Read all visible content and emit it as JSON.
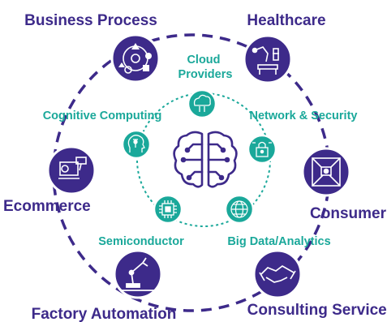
{
  "diagram": {
    "outer_sectors": [
      {
        "id": "business-process",
        "label": "Business Process",
        "icon": "workflow-cycle-icon"
      },
      {
        "id": "healthcare",
        "label": "Healthcare",
        "icon": "robotic-surgery-icon"
      },
      {
        "id": "consumer",
        "label": "Consumer",
        "icon": "cctv-room-icon"
      },
      {
        "id": "consulting-services",
        "label": "Consulting Services",
        "icon": "handshake-icon"
      },
      {
        "id": "factory-automation",
        "label": "Factory Automation",
        "icon": "robot-arm-icon"
      },
      {
        "id": "ecommerce",
        "label": "Ecommerce",
        "icon": "online-shopping-icon"
      }
    ],
    "inner_domains": [
      {
        "id": "cloud-providers",
        "label_lines": [
          "Cloud",
          "Providers"
        ],
        "icon": "cloud-circuit-icon"
      },
      {
        "id": "network-security",
        "label_lines": [
          "Network & Security"
        ],
        "icon": "padlock-circuit-icon"
      },
      {
        "id": "big-data",
        "label_lines": [
          "Big Data/Analytics"
        ],
        "icon": "data-globe-icon"
      },
      {
        "id": "semiconductor",
        "label_lines": [
          "Semiconductor"
        ],
        "icon": "chip-icon"
      },
      {
        "id": "cognitive-computing",
        "label_lines": [
          "Cognitive Computing"
        ],
        "icon": "ai-head-icon"
      }
    ],
    "center": {
      "icon": "brain-circuit-icon"
    },
    "colors": {
      "outer": "#3d2a8a",
      "inner": "#1aa89a",
      "center": "#3d2a8a",
      "background": "#ffffff"
    }
  }
}
